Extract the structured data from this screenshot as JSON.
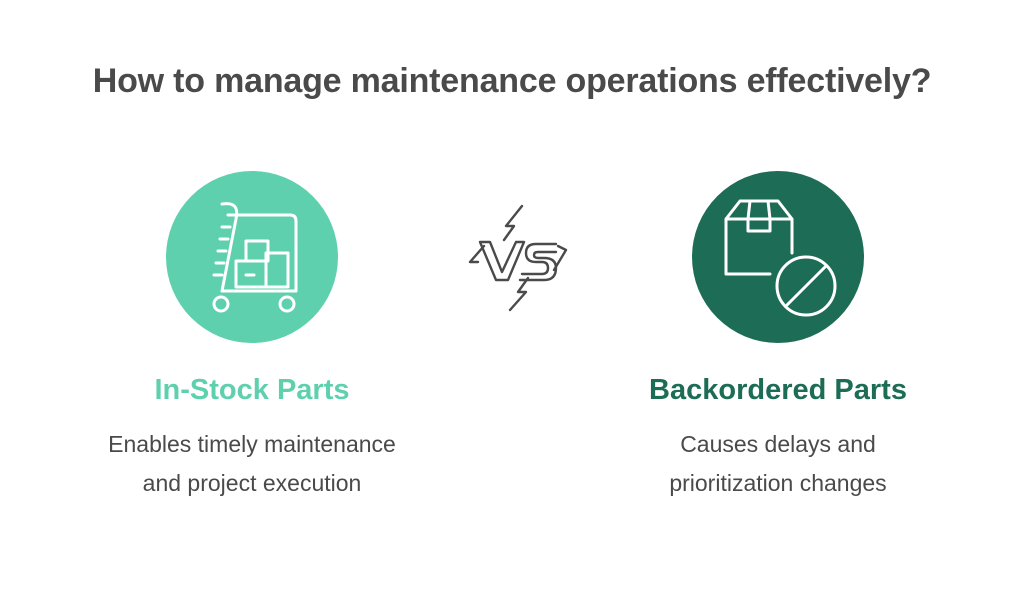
{
  "title": "How to manage maintenance operations effectively?",
  "colors": {
    "left_accent": "#5fd0ae",
    "right_accent": "#1d6c56",
    "text": "#4a4a4a"
  },
  "left": {
    "icon": "cart-boxes-icon",
    "heading": "In-Stock Parts",
    "description": "Enables timely maintenance and project execution"
  },
  "center": {
    "icon": "versus-lightning-icon",
    "label": "VS"
  },
  "right": {
    "icon": "box-blocked-icon",
    "heading": "Backordered Parts",
    "description": "Causes delays and prioritization changes"
  }
}
